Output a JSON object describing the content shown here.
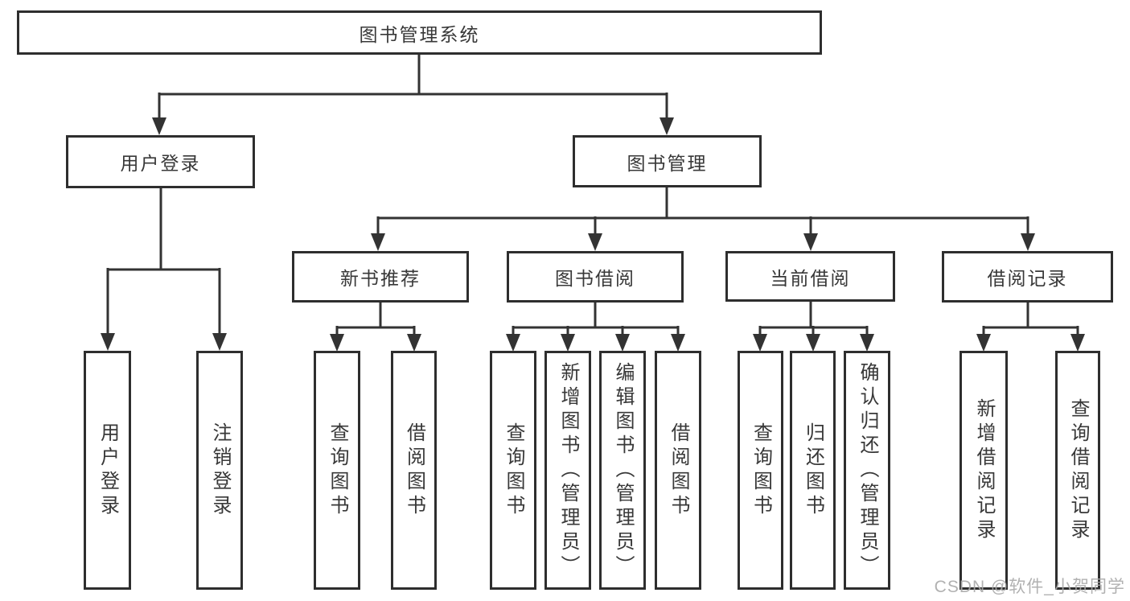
{
  "diagram": {
    "root": "图书管理系统",
    "level2": {
      "user_login": "用户登录",
      "book_mgmt": "图书管理"
    },
    "level3": {
      "new_books": "新书推荐",
      "book_borrow": "图书借阅",
      "current_borrow": "当前借阅",
      "borrow_records": "借阅记录"
    },
    "leaves": {
      "user_login": [
        "用户登录",
        "注销登录"
      ],
      "new_books": [
        "查询图书",
        "借阅图书"
      ],
      "book_borrow": [
        "查询图书",
        "新增图书（管理员）",
        "编辑图书（管理员）",
        "借阅图书"
      ],
      "current_borrow": [
        "查询图书",
        "归还图书",
        "确认归还（管理员）"
      ],
      "borrow_records": [
        "新增借阅记录",
        "查询借阅记录"
      ]
    }
  },
  "watermark": "CSDN @软件_小贺同学",
  "colors": {
    "line": "#333333",
    "border": "#2e2e2e",
    "text": "#383838",
    "watermark": "#a8a8a8",
    "background": "#ffffff"
  }
}
